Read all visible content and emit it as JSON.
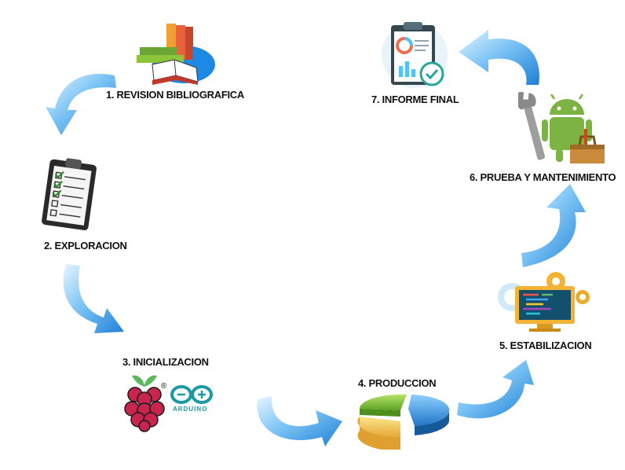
{
  "steps": [
    {
      "label": "1. REVISION BIBLIOGRAFICA",
      "icon": "books-icon"
    },
    {
      "label": "2. EXPLORACION",
      "icon": "checklist-clipboard-icon"
    },
    {
      "label": "3. INICIALIZACION",
      "icon": "raspberry-pi-arduino-icon"
    },
    {
      "label": "4. PRODUCCION",
      "icon": "pie-chart-icon"
    },
    {
      "label": "5. ESTABILIZACION",
      "icon": "code-monitor-gears-icon"
    },
    {
      "label": "6. PRUEBA Y MANTENIMIENTO",
      "icon": "android-tools-icon"
    },
    {
      "label": "7. INFORME FINAL",
      "icon": "report-clipboard-icon"
    }
  ],
  "logos": {
    "arduino_text": "ARDUINO",
    "registered": "®"
  },
  "colors": {
    "arrow_light": "#bfe6ff",
    "arrow_dark": "#2f8fe0",
    "text": "#111111"
  }
}
